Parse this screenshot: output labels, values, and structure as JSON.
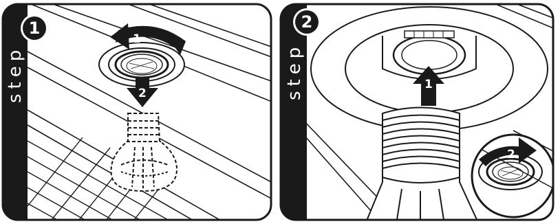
{
  "panels": [
    {
      "step_word": "step",
      "step_number": "1",
      "arrows": [
        {
          "label": "1",
          "icon": "counterclockwise-arrow-icon"
        },
        {
          "label": "2",
          "icon": "down-arrow-icon"
        }
      ]
    },
    {
      "step_word": "step",
      "step_number": "2",
      "arrows": [
        {
          "label": "1",
          "icon": "up-arrow-icon"
        },
        {
          "label": "2",
          "icon": "clockwise-arrow-icon"
        }
      ]
    }
  ],
  "colors": {
    "ink": "#1a1a1a",
    "background": "#ffffff",
    "badge": "#1a1a1a"
  }
}
